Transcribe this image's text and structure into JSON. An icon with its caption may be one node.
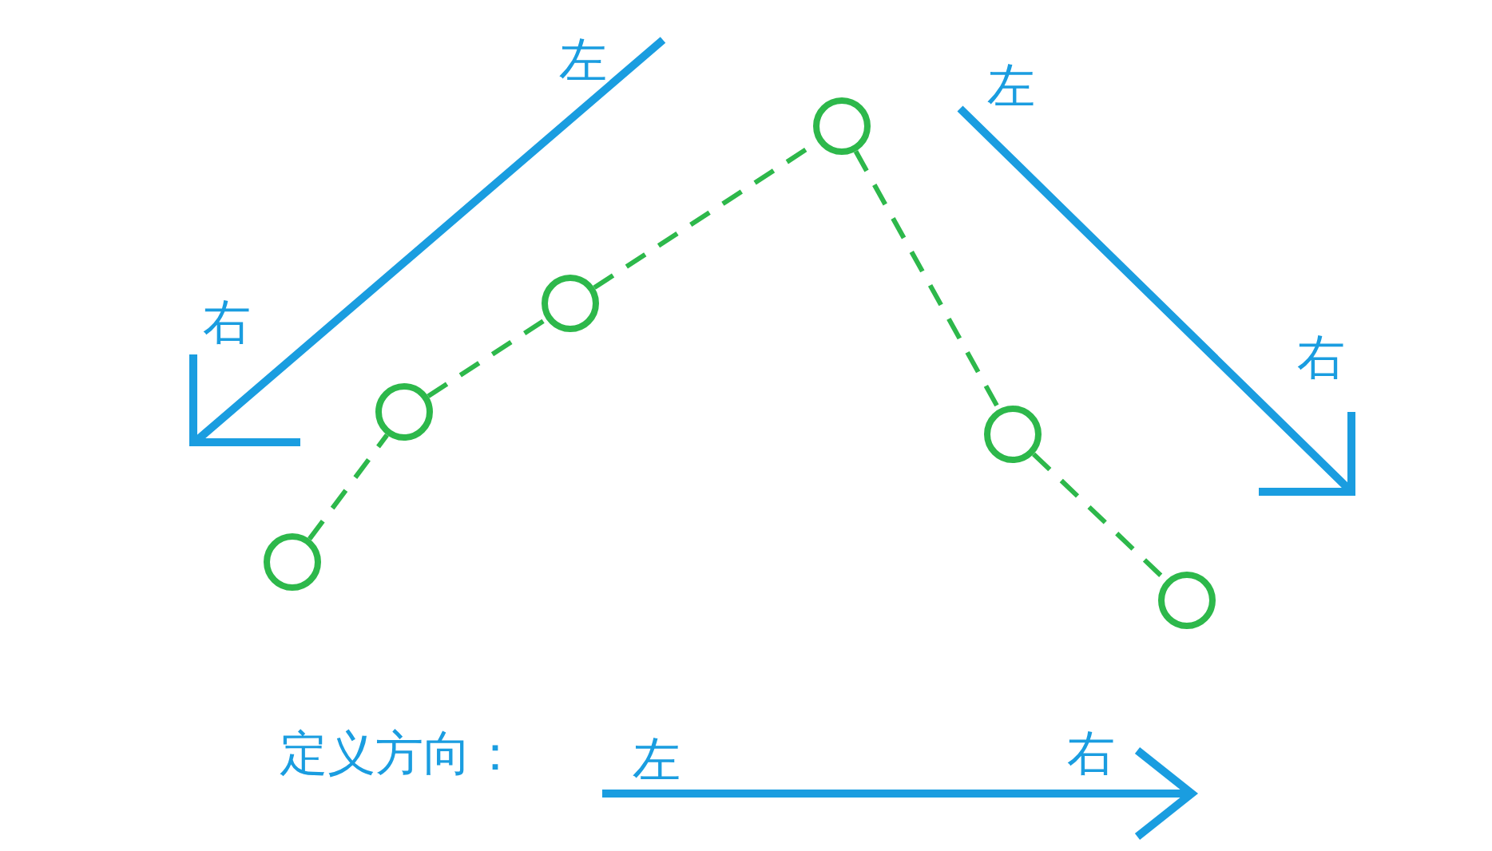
{
  "diagram": {
    "nodes": [
      {
        "text": [],
        "shape": "circle"
      },
      {
        "text": [],
        "shape": "circle"
      },
      {
        "text": [],
        "shape": "circle"
      },
      {
        "text": [],
        "shape": "circle"
      },
      {
        "text": [],
        "shape": "circle"
      },
      {
        "text": [],
        "shape": "circle"
      }
    ],
    "edges": [
      {
        "from": 0,
        "to": 1,
        "arrow": "none",
        "style": "dashed"
      },
      {
        "from": 1,
        "to": 2,
        "arrow": "none",
        "style": "dashed"
      },
      {
        "from": 2,
        "to": 3,
        "arrow": "none",
        "style": "dashed"
      },
      {
        "from": 3,
        "to": 4,
        "arrow": "none",
        "style": "dashed"
      },
      {
        "from": 4,
        "to": 5,
        "arrow": "none",
        "style": "dashed"
      }
    ],
    "labels": [
      "左",
      "左",
      "右",
      "右",
      "定义方向：",
      "左",
      "右"
    ]
  }
}
